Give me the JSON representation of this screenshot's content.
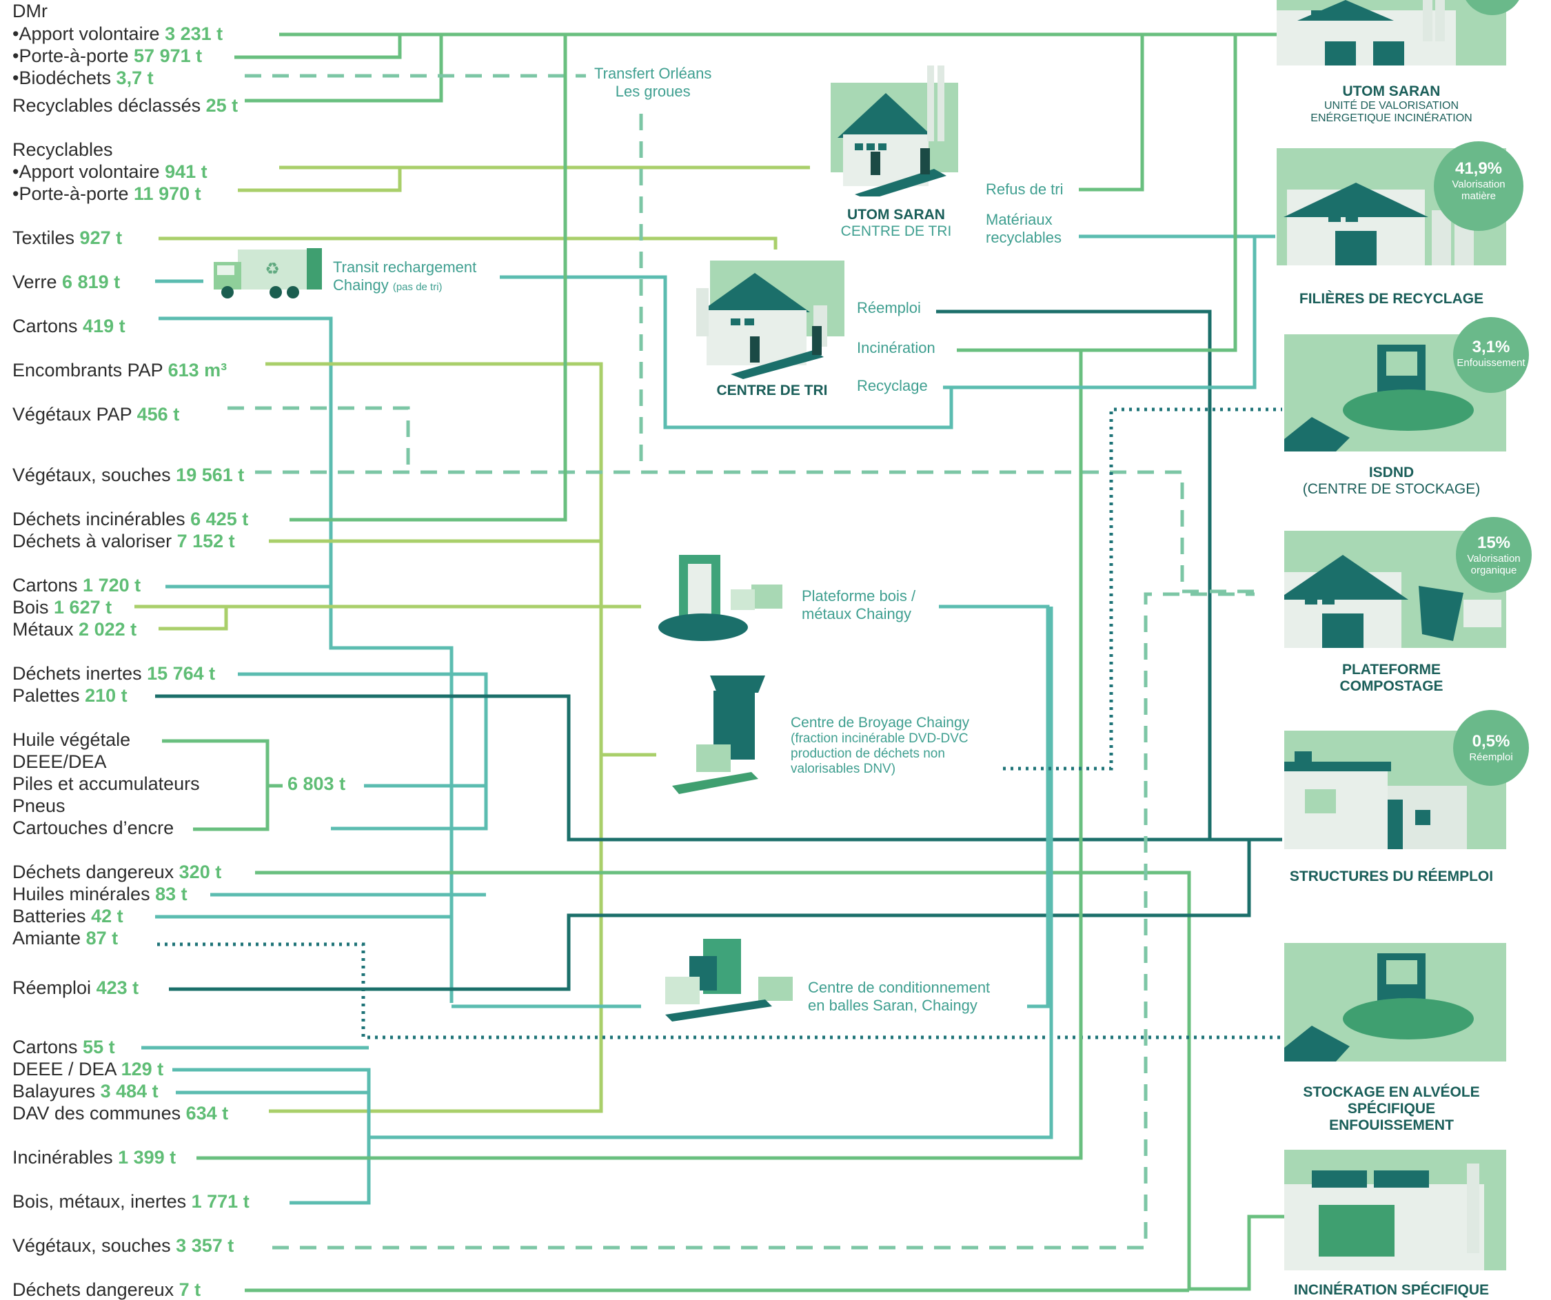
{
  "sources": {
    "dmr_title": "DMr",
    "dmr_av_label": "•Apport volontaire ",
    "dmr_av_value": "3 231 t",
    "dmr_pap_label": "•Porte-à-porte ",
    "dmr_pap_value": "57 971 t",
    "dmr_bio_label": "•Biodéchets ",
    "dmr_bio_value": "3,7 t",
    "recyc_declasses_label": "Recyclables déclassés ",
    "recyc_declasses_value": "25 t",
    "recyc_title": "Recyclables",
    "recyc_av_label": "•Apport volontaire ",
    "recyc_av_value": "941 t",
    "recyc_pap_label": "•Porte-à-porte ",
    "recyc_pap_value": "11 970 t",
    "textiles_label": "Textiles ",
    "textiles_value": "927 t",
    "verre_label": "Verre ",
    "verre_value": "6 819 t",
    "cartons1_label": "Cartons ",
    "cartons1_value": "419 t",
    "encombrants_label": "Encombrants PAP ",
    "encombrants_value": "613 m³",
    "vegetaux_pap_label": "Végétaux PAP ",
    "vegetaux_pap_value": "456 t",
    "vegetaux_souches1_label": "Végétaux, souches ",
    "vegetaux_souches1_value": "19 561 t",
    "incinerables1_label": "Déchets incinérables ",
    "incinerables1_value": "6 425 t",
    "valoriser_label": "Déchets à valoriser ",
    "valoriser_value": "7 152 t",
    "cartons2_label": "Cartons ",
    "cartons2_value": "1 720 t",
    "bois_label": "Bois ",
    "bois_value": "1 627 t",
    "metaux_label": "Métaux ",
    "metaux_value": "2 022 t",
    "inertes_label": "Déchets inertes ",
    "inertes_value": "15 764 t",
    "palettes_label": "Palettes ",
    "palettes_value": "210 t",
    "huile_vegetale": "Huile végétale",
    "deee_dea": "DEEE/DEA",
    "piles": "Piles et accumulateurs",
    "pneus": "Pneus",
    "cartouches": "Cartouches d’encre",
    "group_total": "6 803 t",
    "dangereux1_label": "Déchets dangereux ",
    "dangereux1_value": "320 t",
    "huiles_min_label": "Huiles minérales ",
    "huiles_min_value": "83 t",
    "batteries_label": "Batteries ",
    "batteries_value": "42 t",
    "amiante_label": "Amiante ",
    "amiante_value": "87 t",
    "reemploi_label": "Réemploi ",
    "reemploi_value": "423 t",
    "cartons3_label": "Cartons ",
    "cartons3_value": "55 t",
    "deee2_label": "DEEE / DEA ",
    "deee2_value": "129 t",
    "balayures_label": "Balayures ",
    "balayures_value": "3 484 t",
    "dav_label": "DAV des communes ",
    "dav_value": "634 t",
    "incinerables2_label": "Incinérables ",
    "incinerables2_value": "1 399 t",
    "bois_metaux_label": "Bois, métaux, inertes ",
    "bois_metaux_value": "1 771 t",
    "vegetaux_souches2_label": "Végétaux, souches ",
    "vegetaux_souches2_value": "3 357 t",
    "dangereux2_label": "Déchets dangereux ",
    "dangereux2_value": "7 t"
  },
  "intermediate": {
    "transfert_l1": "Transfert Orléans",
    "transfert_l2": "Les groues",
    "transit_l1": "Transit rechargement",
    "transit_l2": "Chaingy ",
    "transit_note": "(pas de tri)",
    "utom_tri_name": "UTOM SARAN",
    "utom_tri_sub": "CENTRE DE TRI",
    "refus_tri": "Refus de tri",
    "materiaux_l1": "Matériaux",
    "materiaux_l2": "recyclables",
    "centre_tri": "CENTRE DE TRI",
    "out_reemploi": "Réemploi",
    "out_incineration": "Incinération",
    "out_recyclage": "Recyclage",
    "plateforme_l1": "Plateforme bois /",
    "plateforme_l2": "métaux Chaingy",
    "broyage_l1": "Centre de Broyage Chaingy",
    "broyage_l2": "(fraction incinérable DVD-DVC",
    "broyage_l3": "production de déchets non",
    "broyage_l4": "valorisables DNV)",
    "conditionnement_l1": "Centre de conditionnement",
    "conditionnement_l2": "en balles Saran, Chaingy"
  },
  "destinations": {
    "utom_saran": "UTOM SARAN",
    "utom_saran_sub1": "UNITÉ DE VALORISATION",
    "utom_saran_sub2": "ENÉRGETIQUE INCINÉRATION",
    "filieres": "FILIÈRES DE RECYCLAGE",
    "filieres_pct": "41,9%",
    "filieres_pct_l1": "Valorisation",
    "filieres_pct_l2": "matière",
    "isdnd": "ISDND",
    "isdnd_sub": "(CENTRE DE STOCKAGE)",
    "isdnd_pct": "3,1%",
    "isdnd_pct_l1": "Enfouissement",
    "compostage_l1": "PLATEFORME",
    "compostage_l2": "COMPOSTAGE",
    "compostage_pct": "15%",
    "compostage_pct_l1": "Valorisation",
    "compostage_pct_l2": "organique",
    "reemploi": "STRUCTURES DU RÉEMPLOI",
    "reemploi_pct": "0,5%",
    "reemploi_pct_l1": "Réemploi",
    "alveole_l1": "STOCKAGE EN ALVÉOLE",
    "alveole_l2": "SPÉCIFIQUE",
    "alveole_l3": "ENFOUISSEMENT",
    "incineration_spec": "INCINÉRATION SPÉCIFIQUE"
  },
  "colors": {
    "teal": "#5bbcb0",
    "green": "#69bf7f",
    "lime": "#a9cf6a",
    "dark_teal": "#1b6f6a",
    "value_green": "#5fbd75",
    "badge": "#6ab98a"
  }
}
